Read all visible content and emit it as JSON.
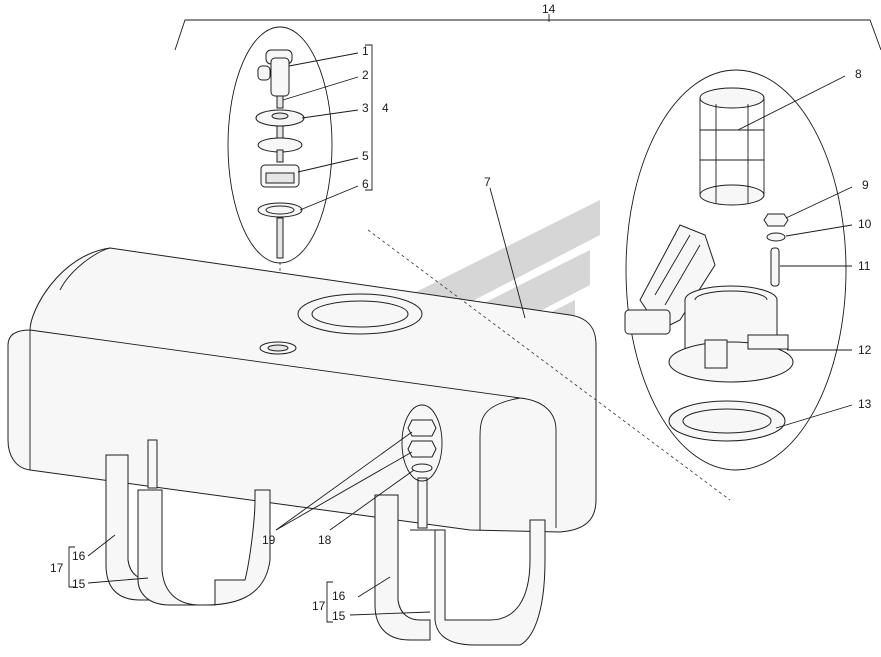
{
  "labels": {
    "p1": "1",
    "p2": "2",
    "p3": "3",
    "p4": "4",
    "p5": "5",
    "p6": "6",
    "p7": "7",
    "p8": "8",
    "p9": "9",
    "p10": "10",
    "p11": "11",
    "p12": "12",
    "p13": "13",
    "p14": "14",
    "p15a": "15",
    "p15b": "15",
    "p16a": "16",
    "p16b": "16",
    "p17a": "17",
    "p17b": "17",
    "p18": "18",
    "p19": "19"
  },
  "colors": {
    "line": "#1a1a1a",
    "watermark": "#c9c9c9",
    "fill": "#f7f7f7"
  }
}
